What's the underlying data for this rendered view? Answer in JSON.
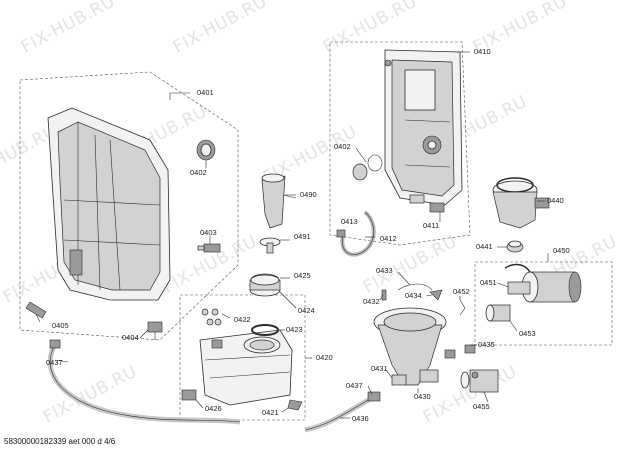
{
  "watermark": "FIX-HUB.RU",
  "footer": "58300000182339 aet 000 d 4/6",
  "labels": {
    "p0401": "0401",
    "p0402a": "0402",
    "p0403": "0403",
    "p0404": "0404",
    "p0405": "0405",
    "p0410": "0410",
    "p0402b": "0402",
    "p0411": "0411",
    "p0412": "0412",
    "p0413": "0413",
    "p0490": "0490",
    "p0491": "0491",
    "p0425": "0425",
    "p0424": "0424",
    "p0422": "0422",
    "p0423": "0423",
    "p0420": "0420",
    "p0426": "0426",
    "p0421": "0421",
    "p0437a": "0437",
    "p0437b": "0437",
    "p0436": "0436",
    "p0433": "0433",
    "p0432": "0432",
    "p0434": "0434",
    "p0452": "0452",
    "p0451": "0451",
    "p0431": "0431",
    "p0430": "0430",
    "p0435": "0435",
    "p0453": "0453",
    "p0455": "0455",
    "p0440": "0440",
    "p0441": "0441",
    "p0450": "0450"
  }
}
